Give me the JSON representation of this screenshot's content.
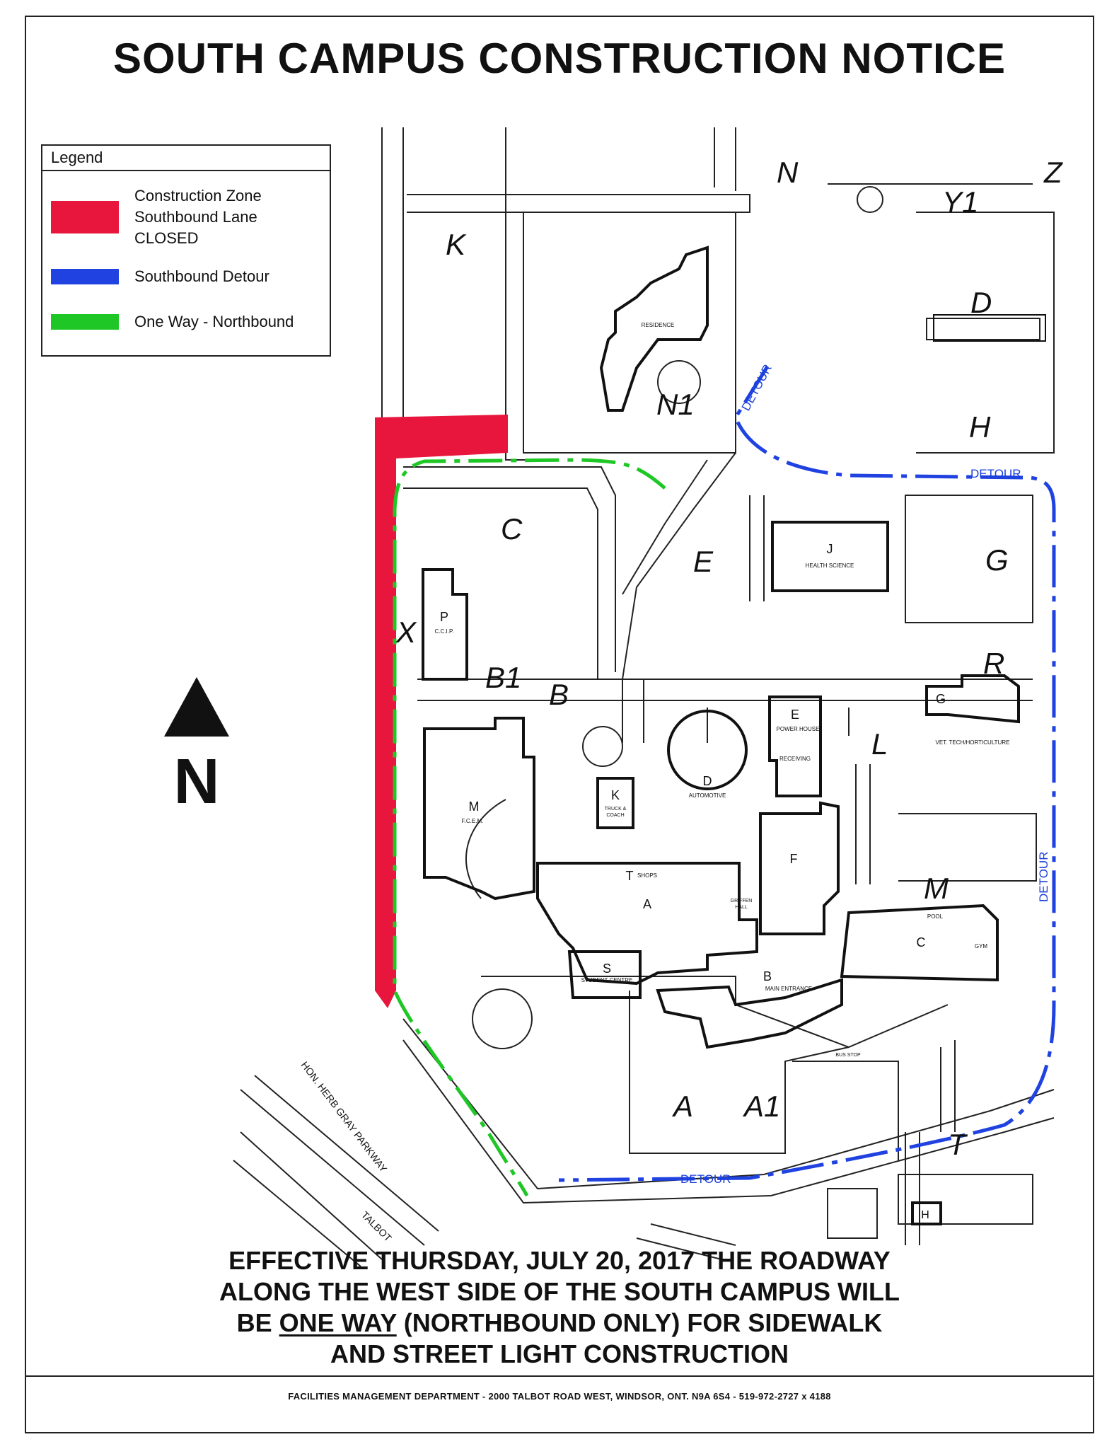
{
  "title": "SOUTH CAMPUS CONSTRUCTION NOTICE",
  "colors": {
    "construction_zone": "#e8163c",
    "southbound_detour": "#1f42e0",
    "one_way_northbound": "#1fc726",
    "building_outline": "#111111"
  },
  "legend": {
    "heading": "Legend",
    "items": [
      {
        "lines": [
          "Construction Zone",
          "Southbound Lane",
          "CLOSED"
        ],
        "color_key": "construction_zone"
      },
      {
        "lines": [
          "Southbound Detour"
        ],
        "color_key": "southbound_detour"
      },
      {
        "lines": [
          "One Way - Northbound"
        ],
        "color_key": "one_way_northbound"
      }
    ]
  },
  "north_arrow": {
    "letter": "N",
    "icon": "north-arrow-icon"
  },
  "map": {
    "lot_labels": [
      "N",
      "Z",
      "Y1",
      "K",
      "D",
      "N1",
      "H",
      "C",
      "E",
      "G",
      "X",
      "B1",
      "B",
      "R",
      "L",
      "M",
      "A",
      "A1",
      "T"
    ],
    "buildings": {
      "residence": "RESIDENCE",
      "j_letter": "J",
      "j_name": "HEALTH SCIENCE",
      "p_letter": "P",
      "p_name": "C.C.I.P.",
      "e_letter": "E",
      "e_name": "POWER HOUSE",
      "e_receiving": "RECEIVING",
      "g_letter": "G",
      "vet": "VET. TECH/HORTICULTURE",
      "d_letter": "D",
      "d_name": "AUTOMOTIVE",
      "k_letter": "K",
      "k_name1": "TRUCK &",
      "k_name2": "COACH",
      "m_letter": "M",
      "m_name": "F.C.E.M.",
      "t_letter": "T",
      "t_name": "SHOPS",
      "a_letter": "A",
      "griffen1": "GRIFFEN",
      "griffen2": "HALL",
      "f_letter": "F",
      "pool": "POOL",
      "c_letter": "C",
      "gym": "GYM",
      "s_letter": "S",
      "s_name": "STUDENT CENTRE",
      "b_letter": "B",
      "b_name": "MAIN ENTRANCE",
      "bus_stop": "BUS STOP",
      "h_letter": "H"
    },
    "detour_labels": [
      "DETOUR",
      "DETOUR",
      "DETOUR",
      "DETOUR"
    ],
    "road_labels": [
      "HON. HERB GRAY PARKWAY",
      "TALBOT"
    ]
  },
  "notice": {
    "lines": [
      "EFFECTIVE THURSDAY, JULY 20, 2017 THE ROADWAY",
      "ALONG THE WEST SIDE OF THE SOUTH CAMPUS WILL"
    ],
    "line3_before": "BE ",
    "line3_underlined": "ONE WAY",
    "line3_after": " (NORTHBOUND ONLY) FOR SIDEWALK",
    "line4": "AND STREET LIGHT CONSTRUCTION"
  },
  "footer": "FACILITIES MANAGEMENT DEPARTMENT - 2000 TALBOT ROAD WEST, WINDSOR, ONT. N9A 6S4 - 519-972-2727 x 4188"
}
